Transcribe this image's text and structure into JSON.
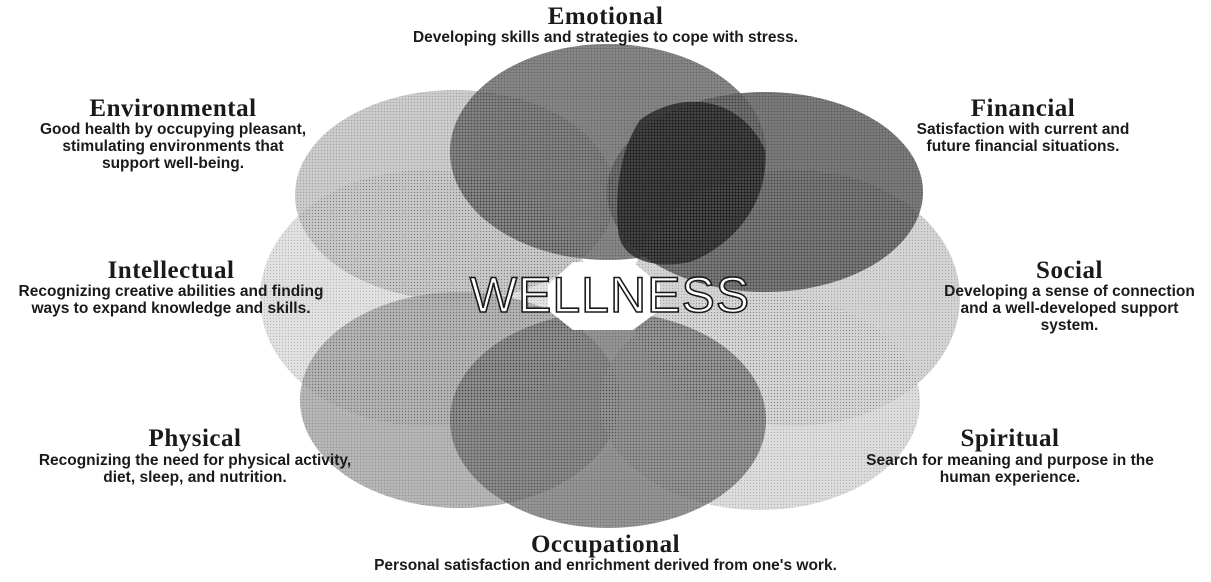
{
  "center_label": "WELLNESS",
  "dimensions": {
    "emotional": {
      "title": "Emotional",
      "description": "Developing skills and strategies to cope with stress."
    },
    "environmental": {
      "title": "Environmental",
      "description": "Good health by occupying pleasant, stimulating environments that support well-being."
    },
    "financial": {
      "title": "Financial",
      "description": "Satisfaction with current and future financial situations."
    },
    "intellectual": {
      "title": "Intellectual",
      "description": "Recognizing creative abilities and finding ways to expand knowledge and skills."
    },
    "social": {
      "title": "Social",
      "description": "Developing a sense of connection and a well-developed support system."
    },
    "physical": {
      "title": "Physical",
      "description": "Recognizing the need for physical activity, diet, sleep, and nutrition."
    },
    "spiritual": {
      "title": "Spiritual",
      "description": "Search for meaning and purpose in the human experience."
    },
    "occupational": {
      "title": "Occupational",
      "description": "Personal satisfaction and enrichment derived from one's work."
    }
  },
  "colors": {
    "emotional": "#5a5a5a",
    "financial": "#4a4a4a",
    "environmental": "#b8b8b8",
    "social": "#c4c4c4",
    "intellectual": "#d6d6d6",
    "spiritual": "#cfcfcf",
    "physical": "#9c9c9c",
    "occupational": "#6e6e6e",
    "overlap_dark": "#1c1c1c"
  }
}
